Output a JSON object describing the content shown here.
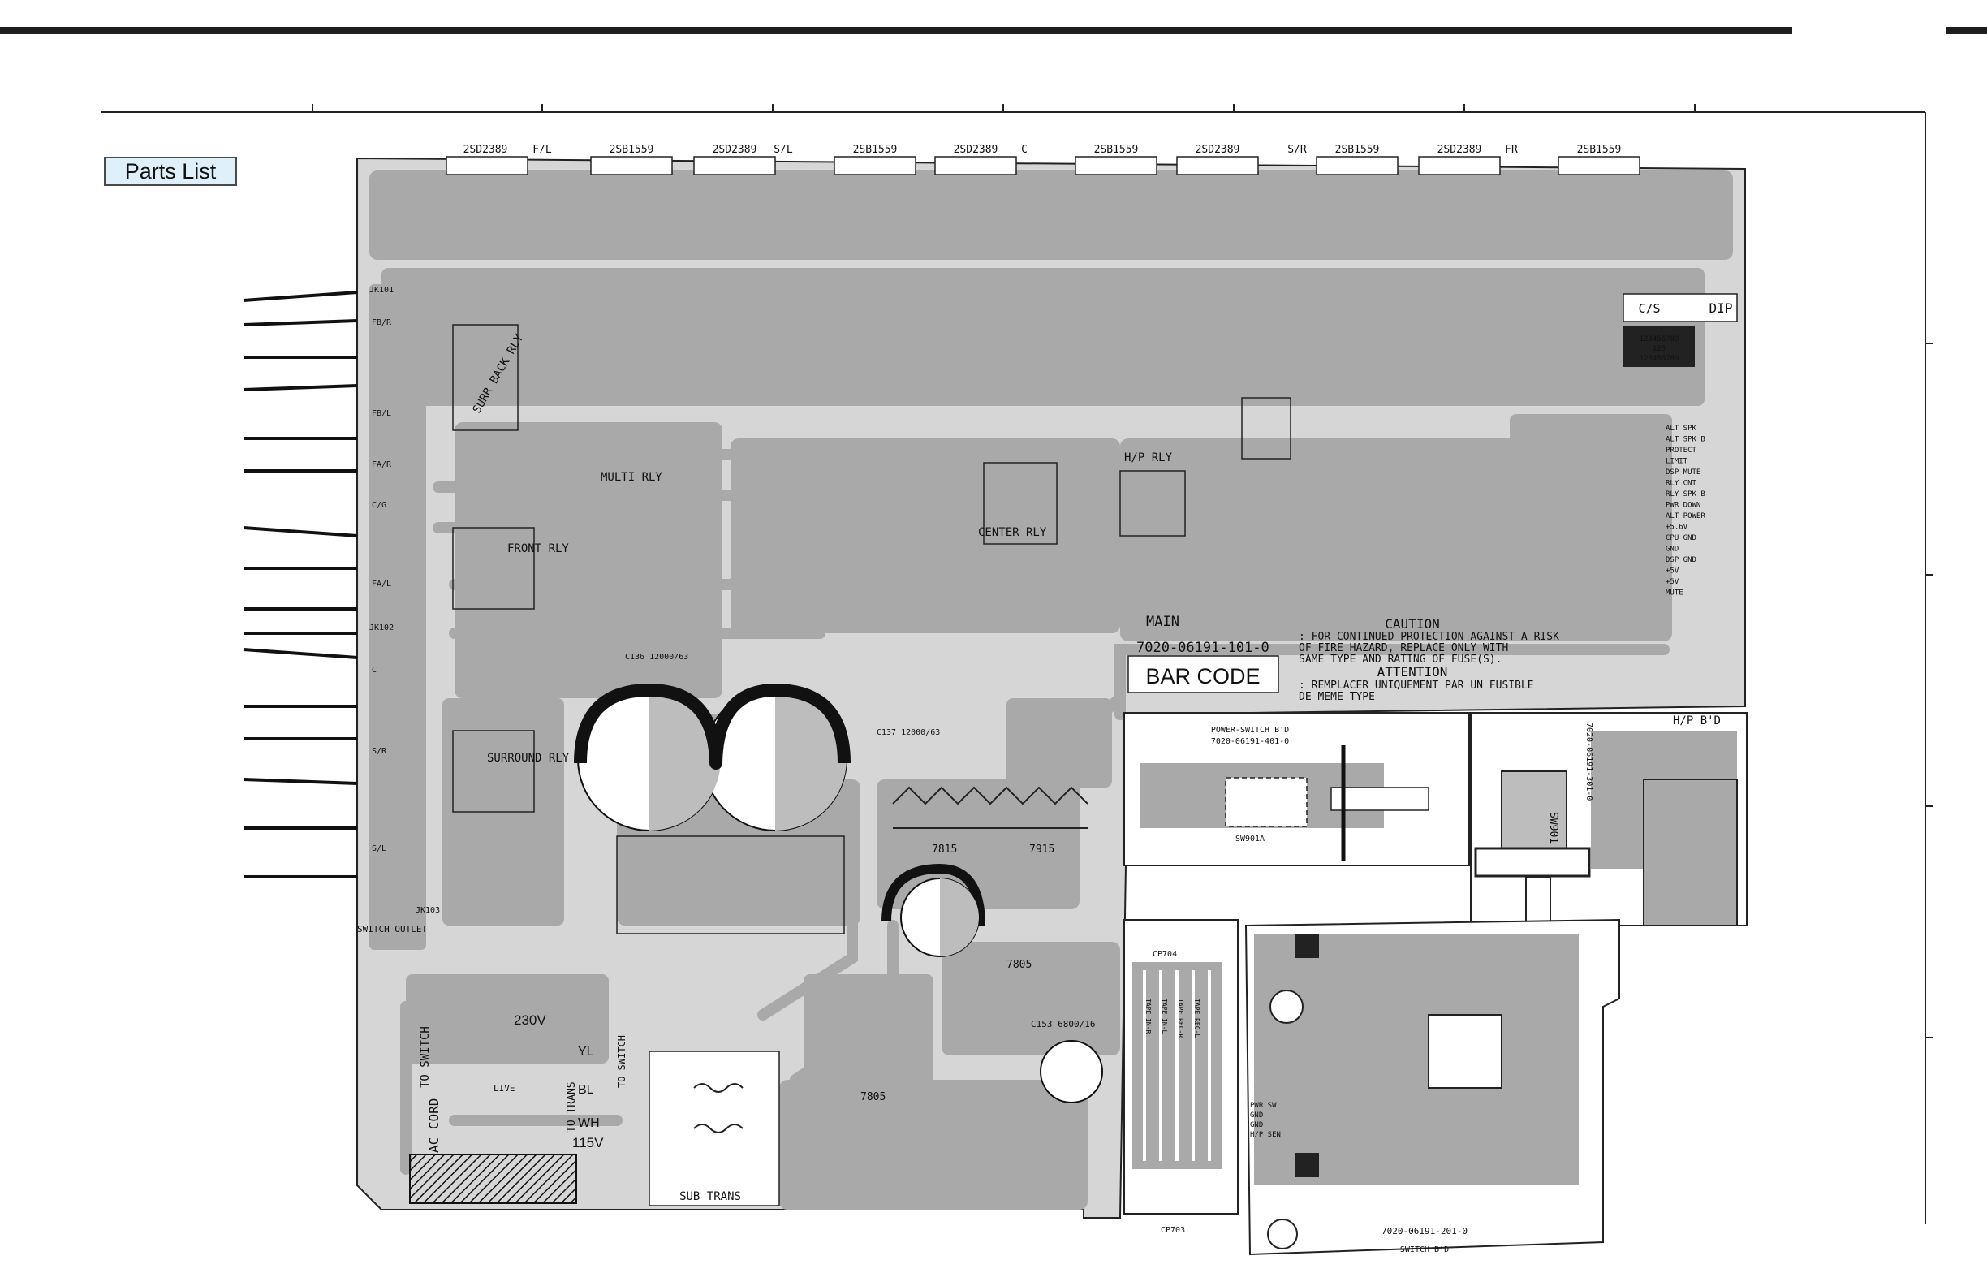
{
  "parts_list_button": "Parts List",
  "colors": {
    "copper": "#a9a9a9",
    "board": "#d6d6d6",
    "ink": "#111111",
    "button_bg": "#dff0fb"
  },
  "transistors_top": [
    "2SD2389",
    "F/L",
    "2SB1559",
    "2SD2389",
    "S/L",
    "2SB1559",
    "2SD2389",
    "C",
    "2SB1559",
    "2SD2389",
    "S/R",
    "2SB1559",
    "2SD2389",
    "FR",
    "2SB1559"
  ],
  "main_board": {
    "title": "MAIN",
    "part_number": "7020-06191-101-0",
    "bar_code": "BAR CODE",
    "caution_title": "CAUTION",
    "caution_en": [
      ": FOR CONTINUED PROTECTION AGAINST A RISK",
      "OF FIRE HAZARD, REPLACE ONLY WITH",
      "SAME TYPE AND RATING OF FUSE(S)."
    ],
    "attention_title": "ATTENTION",
    "attention_fr": [
      ": REMPLACER UNIQUEMENT PAR UN FUSIBLE",
      "DE MEME TYPE"
    ],
    "relays": [
      "SURR BACK RLY",
      "MULTI RLY",
      "FRONT RLY",
      "SURROUND RLY",
      "CENTER RLY",
      "H/P RLY"
    ],
    "jacks": [
      "JK101",
      "JK102",
      "JK103"
    ],
    "jack_labels": [
      "FB/R",
      "FB/L",
      "FA/R",
      "C/G",
      "FA/L",
      "C",
      "S/R",
      "S/L"
    ],
    "switch_outlet": "SWITCH OUTLET",
    "caps": [
      "C136 12000/63",
      "C137 12000/63",
      "C153 6800/16"
    ],
    "regulators": [
      "7815",
      "7915",
      "7805",
      "7805"
    ],
    "voltages": [
      "230V",
      "115V"
    ],
    "wires": [
      "YL",
      "BL",
      "WH"
    ],
    "to_switch": "TO SWITCH",
    "to_trans": "TO TRANS",
    "to_switch2": "TO SWITCH",
    "ac_cord": "AC CORD",
    "live": "LIVE",
    "sub_trans": "SUB TRANS",
    "dip": "DIP",
    "cs": "C/S",
    "dip_numbers": [
      "123456789",
      "123",
      "123456789"
    ]
  },
  "power_switch_board": {
    "title": "POWER-SWITCH B'D",
    "part_number": "7020-06191-401-0",
    "switch": "SW901A"
  },
  "hp_board": {
    "title": "H/P B'D",
    "part_number": "7020-06191-301-0",
    "switch": "SW901"
  },
  "switch_board": {
    "title": "SWITCH B'D",
    "part_number": "7020-06191-201-0",
    "connectors": [
      "CP704",
      "CP703"
    ],
    "tape_labels": [
      "TAPE IN-R",
      "TAPE IN-L",
      "TAPE REC-R",
      "TAPE REC-L"
    ],
    "pwr_labels": [
      "PWR SW",
      "GND",
      "GND",
      "H/P SEN"
    ]
  },
  "protect_labels": [
    "ALT SPK",
    "ALT SPK B",
    "PROTECT",
    "LIMIT",
    "DSP MUTE",
    "RLY CNT",
    "RLY SPK B",
    "PWR DOWN",
    "ALT POWER",
    "+5.6V",
    "CPU GND",
    "GND",
    "DSP GND",
    "+5V",
    "+5V",
    "MUTE"
  ]
}
